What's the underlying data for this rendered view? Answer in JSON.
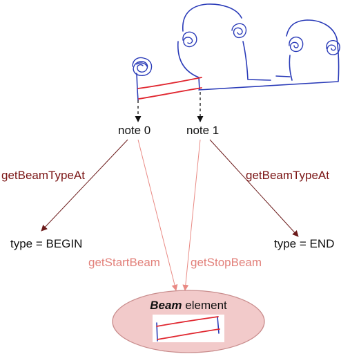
{
  "nodes": {
    "note0": "note 0",
    "note1": "note 1",
    "type_begin": "type = BEGIN",
    "type_end": "type = END"
  },
  "edges": {
    "beam_type_left": "getBeamTypeAt",
    "beam_type_right": "getBeamTypeAt",
    "start_beam": "getStartBeam",
    "stop_beam": "getStopBeam"
  },
  "beam_element": {
    "title_bold": "Beam",
    "title_rest": " element"
  },
  "colors": {
    "sketch_blue": "#2a3bb8",
    "beam_red": "#e0262f",
    "dark_arrow": "#6b1a1a",
    "pink_arrow": "#e98a84",
    "ellipse_fill": "#f2caca",
    "ellipse_stroke": "#c98d8d"
  }
}
